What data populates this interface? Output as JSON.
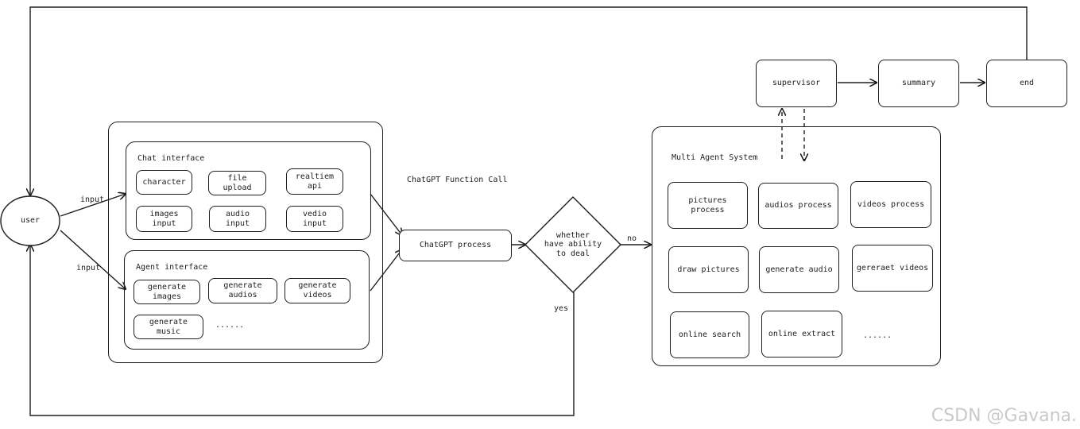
{
  "nodes": {
    "user": "user",
    "chat_interface": {
      "title": "Chat interface",
      "items": [
        "character",
        "file upload",
        "realtiem api",
        "images input",
        "audio input",
        "vedio input"
      ]
    },
    "agent_interface": {
      "title": "Agent interface",
      "items": [
        "generate images",
        "generate audios",
        "generate videos",
        "generate music"
      ],
      "more": "......"
    },
    "function_call_label": "ChatGPT Function Call",
    "chatgpt_process": "ChatGPT process",
    "decision": "whether\nhave ability\nto deal",
    "multi_agent": {
      "title": "Multi Agent System",
      "items": [
        "pictures process",
        "audios process",
        "videos process",
        "draw pictures",
        "generate audio",
        "gereraet videos",
        "online search",
        "online extract"
      ],
      "more": "......"
    },
    "supervisor": "supervisor",
    "summary": "summary",
    "end": "end"
  },
  "edge_labels": {
    "input_top": "input",
    "input_bottom": "input",
    "no": "no",
    "yes": "yes"
  },
  "watermark": "CSDN @Gavana."
}
